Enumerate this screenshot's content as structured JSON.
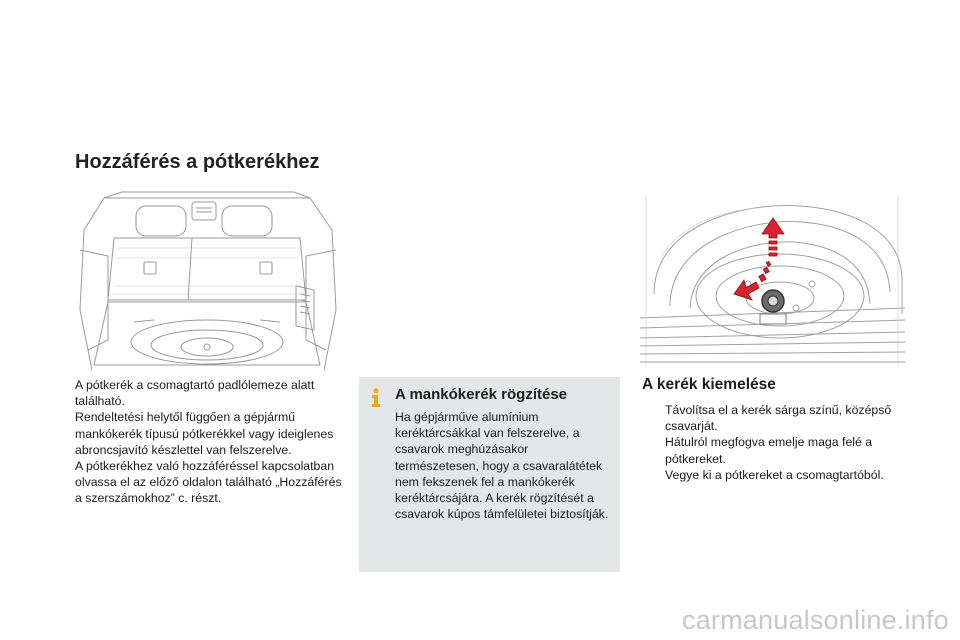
{
  "page_title": "Hozzáférés a pótkerékhez",
  "intro_paragraphs": [
    "A pótkerék a csomagtartó padlólemeze alatt található.",
    "Rendeltetési helytől függően a gépjármű mankókerék típusú pótkerékkel vagy ideiglenes abroncsjavító készlettel van felszerelve.",
    "A pótkerékhez való hozzáféréssel kapcsolatban olvassa el az előző oldalon található „Hozzáférés a szerszámokhoz” c. részt."
  ],
  "infobox": {
    "icon": "info-icon",
    "title": "A mankókerék rögzítése",
    "text": "Ha gépjárműve alumínium keréktárcsákkal van felszerelve, a csavarok meghúzásakor természetesen, hogy a csavaralátétek nem fekszenek fel a mankókerék keréktárcsájára. A kerék rögzítését a csavarok kúpos támfelületei biztosítják."
  },
  "section": {
    "title": "A kerék kiemelése",
    "bullet_symbol": "",
    "steps": [
      "Távolítsa el a kerék sárga színű, középső csavarját.",
      "Hátulról megfogva emelje maga felé a pótkereket.",
      "Vegye ki a pótkereket a csomagtartóból."
    ]
  },
  "watermark": "carmanualsonline.info",
  "colors": {
    "infobox_bg": "#e3e5e6",
    "arrow_red": "#d9232e",
    "info_icon": "#f2a900",
    "watermark": "#c7c7c7"
  }
}
